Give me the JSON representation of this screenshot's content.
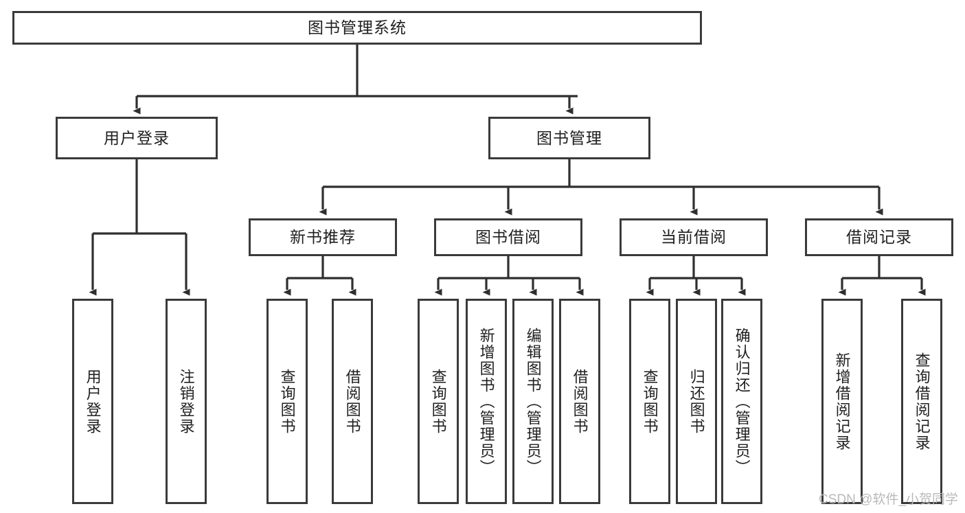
{
  "diagram": {
    "title": "图书管理系统",
    "type": "tree-hierarchy-chart",
    "colors": {
      "box_border": "#3a3a3a",
      "box_fill": "#ffffff",
      "edge": "#2f2f2f",
      "text": "#1f1f1f",
      "watermark": "#b9b9b9"
    },
    "root": {
      "label": "图书管理系统"
    },
    "level2": [
      {
        "label": "用户登录"
      },
      {
        "label": "图书管理"
      }
    ],
    "level3": [
      {
        "label": "新书推荐"
      },
      {
        "label": "图书借阅"
      },
      {
        "label": "当前借阅"
      },
      {
        "label": "借阅记录"
      }
    ],
    "leaves": [
      {
        "label": "用户登录",
        "parent": "用户登录"
      },
      {
        "label": "注销登录",
        "parent": "用户登录"
      },
      {
        "label": "查询图书",
        "parent": "新书推荐"
      },
      {
        "label": "借阅图书",
        "parent": "新书推荐"
      },
      {
        "label": "查询图书",
        "parent": "图书借阅"
      },
      {
        "label": "新增图书（管理员）",
        "parent": "图书借阅"
      },
      {
        "label": "编辑图书（管理员）",
        "parent": "图书借阅"
      },
      {
        "label": "借阅图书",
        "parent": "图书借阅"
      },
      {
        "label": "查询图书",
        "parent": "当前借阅"
      },
      {
        "label": "归还图书",
        "parent": "当前借阅"
      },
      {
        "label": "确认归还（管理员）",
        "parent": "当前借阅"
      },
      {
        "label": "新增借阅记录",
        "parent": "借阅记录"
      },
      {
        "label": "查询借阅记录",
        "parent": "借阅记录"
      }
    ],
    "watermark": "CSDN @软件_小贺同学"
  }
}
